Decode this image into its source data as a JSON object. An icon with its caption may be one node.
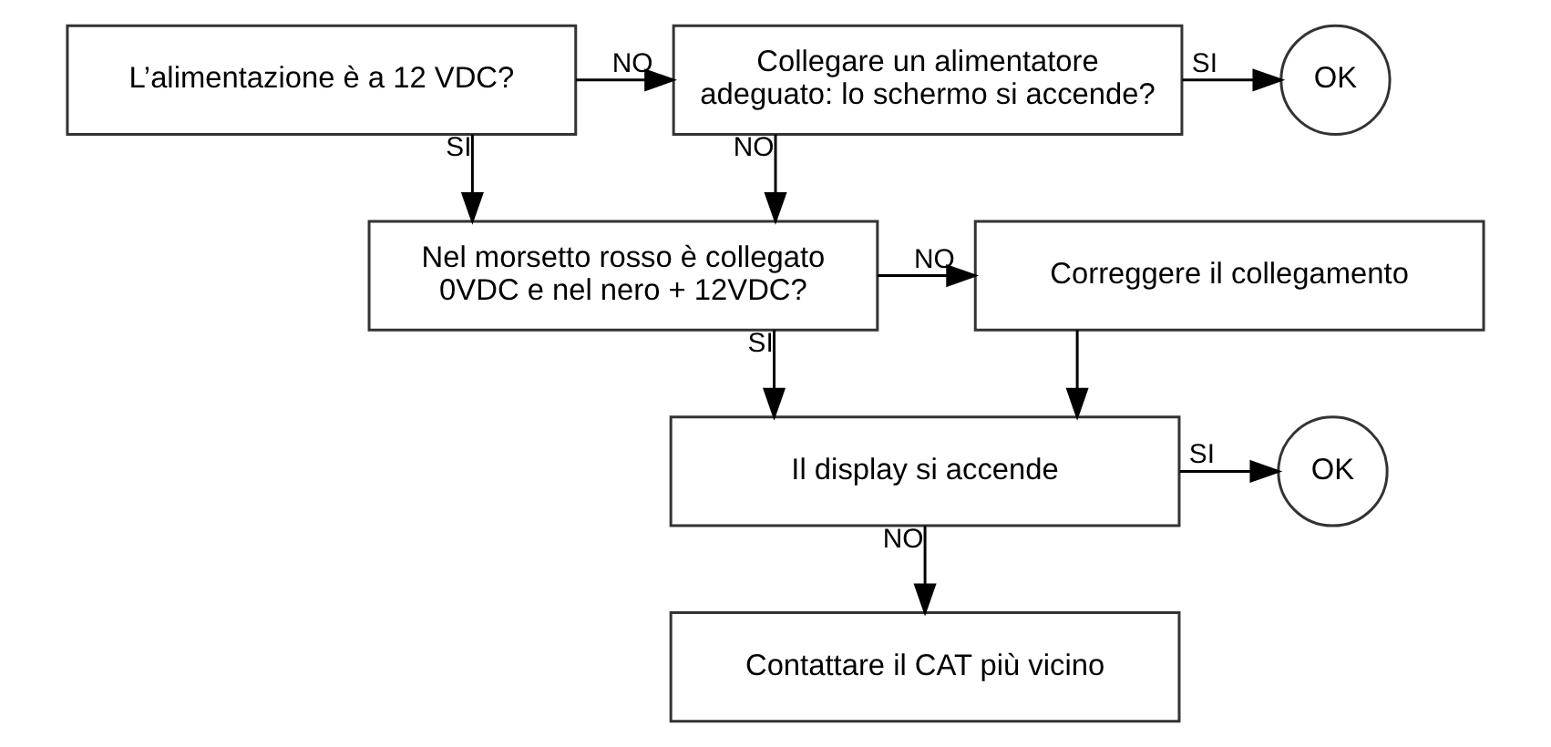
{
  "diagram": {
    "nodes": [
      {
        "text": [
          "L’alimentazione è a 12 VDC?"
        ]
      },
      {
        "text": [
          "Collegare un alimentatore adeguato: lo schermo si accende?"
        ]
      },
      {
        "text": [
          "OK"
        ]
      },
      {
        "text": [
          "Nel morsetto rosso è collegato 0VDC e nel nero + 12VDC?"
        ]
      },
      {
        "text": [
          "Correggere il collegamento"
        ]
      },
      {
        "text": [
          "Il display si accende"
        ]
      },
      {
        "text": [
          "OK"
        ]
      },
      {
        "text": [
          "Contattare il CAT più vicino"
        ]
      }
    ],
    "edges": [
      {
        "from": 0,
        "to": 1,
        "arrow": "to",
        "label": "NO"
      },
      {
        "from": 1,
        "to": 2,
        "arrow": "to",
        "label": "SI"
      },
      {
        "from": 0,
        "to": 3,
        "arrow": "to",
        "label": "SI"
      },
      {
        "from": 1,
        "to": 3,
        "arrow": "to",
        "label": "NO"
      },
      {
        "from": 3,
        "to": 4,
        "arrow": "to",
        "label": "NO"
      },
      {
        "from": 3,
        "to": 5,
        "arrow": "to",
        "label": "SI"
      },
      {
        "from": 4,
        "to": 5,
        "arrow": "to"
      },
      {
        "from": 5,
        "to": 6,
        "arrow": "to",
        "label": "SI"
      },
      {
        "from": 5,
        "to": 7,
        "arrow": "to",
        "label": "NO"
      }
    ]
  }
}
